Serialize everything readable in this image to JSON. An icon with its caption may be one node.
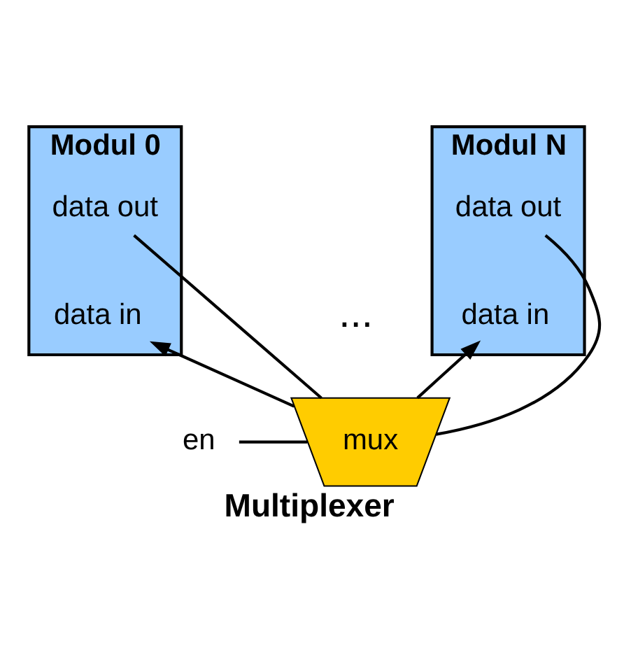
{
  "diagram": {
    "caption": "Multiplexer",
    "nodes": [
      {
        "text": [
          "Modul 0"
        ]
      },
      {
        "text": [
          "data out"
        ],
        "in": 0
      },
      {
        "text": [
          "data in"
        ],
        "in": 0
      },
      {
        "text": [
          "Modul N"
        ]
      },
      {
        "text": [
          "data out"
        ],
        "in": 3
      },
      {
        "text": [
          "data in"
        ],
        "in": 3
      },
      {
        "text": [
          "mux"
        ]
      },
      {
        "text": [
          "en"
        ]
      }
    ],
    "edges": [
      {
        "from": 1,
        "to": 6,
        "arrow": "none"
      },
      {
        "from": 4,
        "to": 6,
        "arrow": "none"
      },
      {
        "from": 7,
        "to": 6,
        "arrow": "none"
      },
      {
        "from": 6,
        "to": 2,
        "arrow": "to"
      },
      {
        "from": 6,
        "to": 5,
        "arrow": "to"
      }
    ],
    "labels": [
      "..."
    ]
  }
}
